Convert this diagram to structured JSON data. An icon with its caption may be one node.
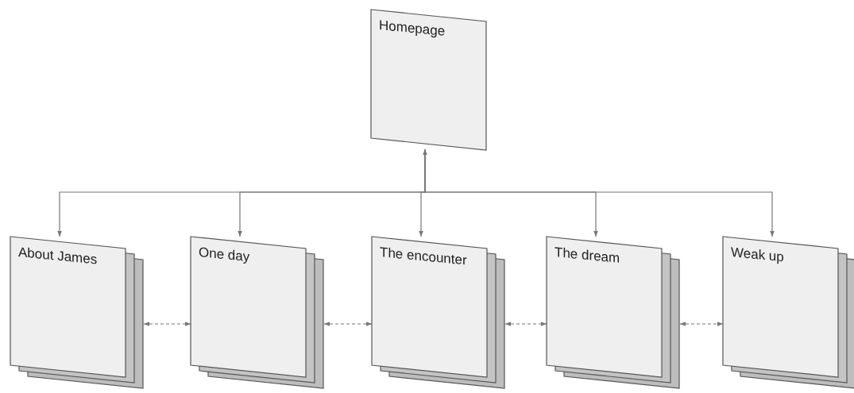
{
  "diagram": {
    "nodes": [
      {
        "text": [
          "Homepage"
        ]
      },
      {
        "text": [
          "About James"
        ]
      },
      {
        "text": [
          "One day"
        ]
      },
      {
        "text": [
          "The encounter"
        ]
      },
      {
        "text": [
          "The dream"
        ]
      },
      {
        "text": [
          "Weak up"
        ]
      }
    ],
    "edges": [
      {
        "from": 0,
        "to": 1,
        "arrow": "to"
      },
      {
        "from": 0,
        "to": 2,
        "arrow": "to"
      },
      {
        "from": 0,
        "to": 3,
        "arrow": "both"
      },
      {
        "from": 0,
        "to": 4,
        "arrow": "to"
      },
      {
        "from": 0,
        "to": 5,
        "arrow": "to"
      },
      {
        "from": 1,
        "to": 2,
        "arrow": "both",
        "style": "dashed"
      },
      {
        "from": 2,
        "to": 3,
        "arrow": "both",
        "style": "dashed"
      },
      {
        "from": 3,
        "to": 4,
        "arrow": "both",
        "style": "dashed"
      },
      {
        "from": 4,
        "to": 5,
        "arrow": "both",
        "style": "dashed"
      }
    ]
  }
}
